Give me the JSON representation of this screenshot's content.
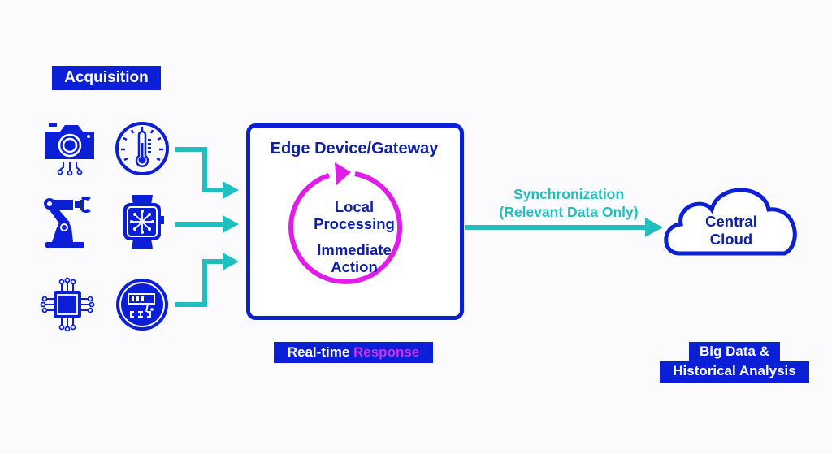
{
  "colors": {
    "primary_blue": "#0a1fd6",
    "text_navy": "#0d1fa8",
    "teal": "#1fbfbf",
    "magenta": "#e01ce8",
    "background": "#fbfbfd"
  },
  "acquisition": {
    "label": "Acquisition",
    "icons": [
      {
        "name": "camera-icon"
      },
      {
        "name": "thermometer-gauge-icon"
      },
      {
        "name": "robotic-arm-icon"
      },
      {
        "name": "smartwatch-icon"
      },
      {
        "name": "microchip-icon"
      },
      {
        "name": "meter-icon"
      }
    ]
  },
  "edge": {
    "title": "Edge Device/Gateway",
    "loop_text_1": "Local",
    "loop_text_2": "Processing",
    "loop_text_3": "Immediate",
    "loop_text_4": "Action",
    "footer_label_part1": "Real-time ",
    "footer_label_part2": "Response"
  },
  "sync": {
    "line1": "Synchronization",
    "line2": "(Relevant Data Only)"
  },
  "cloud": {
    "line1": "Central",
    "line2": "Cloud",
    "footer_line1": "Big Data &",
    "footer_line2": "Historical Analysis"
  }
}
